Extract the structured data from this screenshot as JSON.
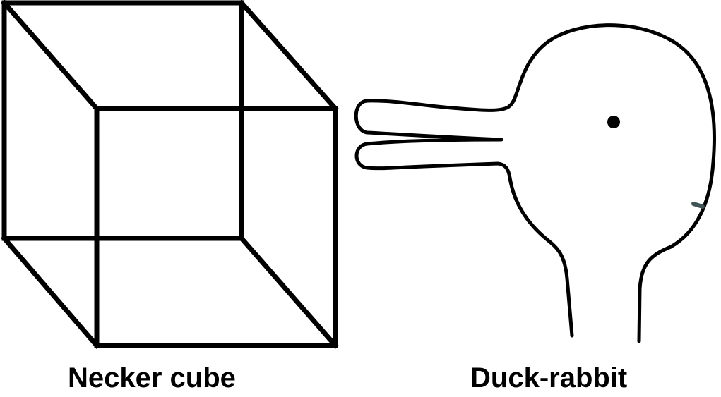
{
  "figures": [
    {
      "id": "necker-cube",
      "caption": "Necker cube"
    },
    {
      "id": "duck-rabbit",
      "caption": "Duck-rabbit"
    }
  ],
  "colors": {
    "background": "#ffffff",
    "ink": "#000000",
    "smudge": "#3f5454"
  }
}
